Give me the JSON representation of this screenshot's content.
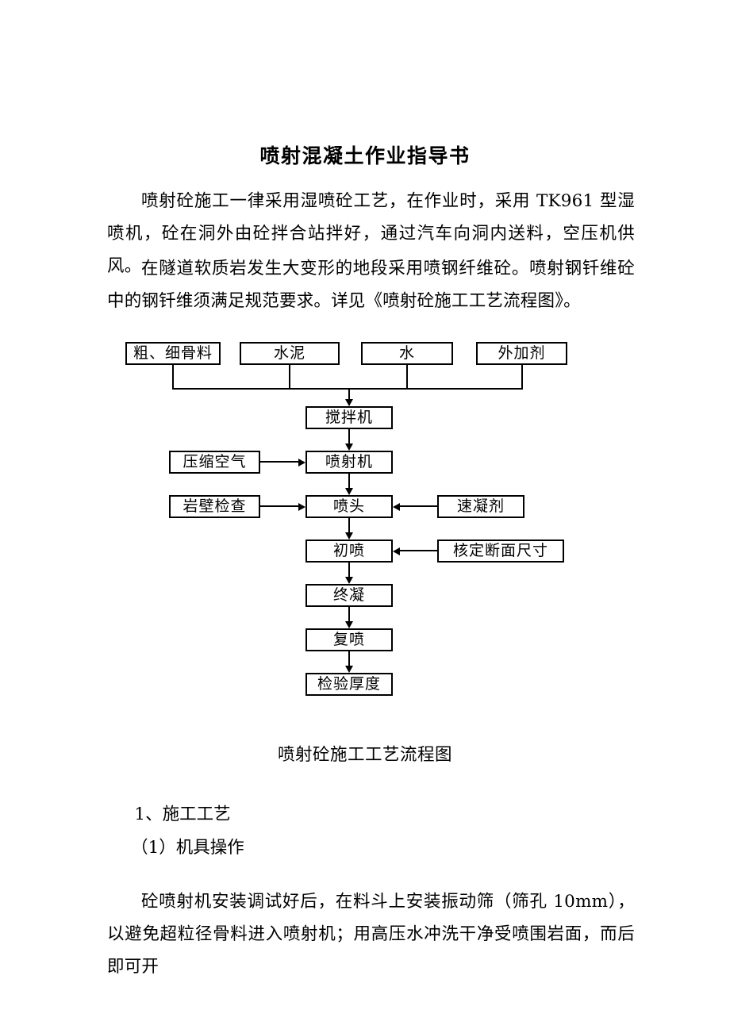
{
  "document": {
    "title": "喷射混凝土作业指导书",
    "paragraphs": [
      "喷射砼施工一律采用湿喷砼工艺，在作业时，采用 TK961 型湿喷机，砼在洞外由砼拌合站拌好，通过汽车向洞内送料，空压机供风。",
      "在隧道软质岩发生大变形的地段采用喷钢纤维砼。喷射钢钎维砼中的钢钎维须满足规范要求。详见《喷射砼施工工艺流程图》。"
    ],
    "figure_caption": "喷射砼施工工艺流程图",
    "heading_1": "1、施工工艺",
    "heading_2": "（1）机具操作",
    "paragraph_3": "砼喷射机安装调试好后，在料斗上安装振动筛（筛孔 10mm），以避免超粒径骨料进入喷射机；用高压水冲洗干净受喷围岩面，而后即可开"
  },
  "flowchart": {
    "inputs": [
      {
        "label": "粗、细骨料"
      },
      {
        "label": "水泥"
      },
      {
        "label": "水"
      },
      {
        "label": "外加剂"
      }
    ],
    "main_chain": [
      {
        "label": "搅拌机"
      },
      {
        "label": "喷射机"
      },
      {
        "label": "喷头"
      },
      {
        "label": "初喷"
      },
      {
        "label": "终凝"
      },
      {
        "label": "复喷"
      },
      {
        "label": "检验厚度"
      }
    ],
    "left_inputs": [
      {
        "label": "压缩空气"
      },
      {
        "label": "岩壁检查"
      }
    ],
    "right_inputs": [
      {
        "label": "速凝剂"
      },
      {
        "label": "核定断面尺寸"
      }
    ]
  },
  "colors": {
    "ink": "#000000",
    "paper": "#ffffff"
  }
}
